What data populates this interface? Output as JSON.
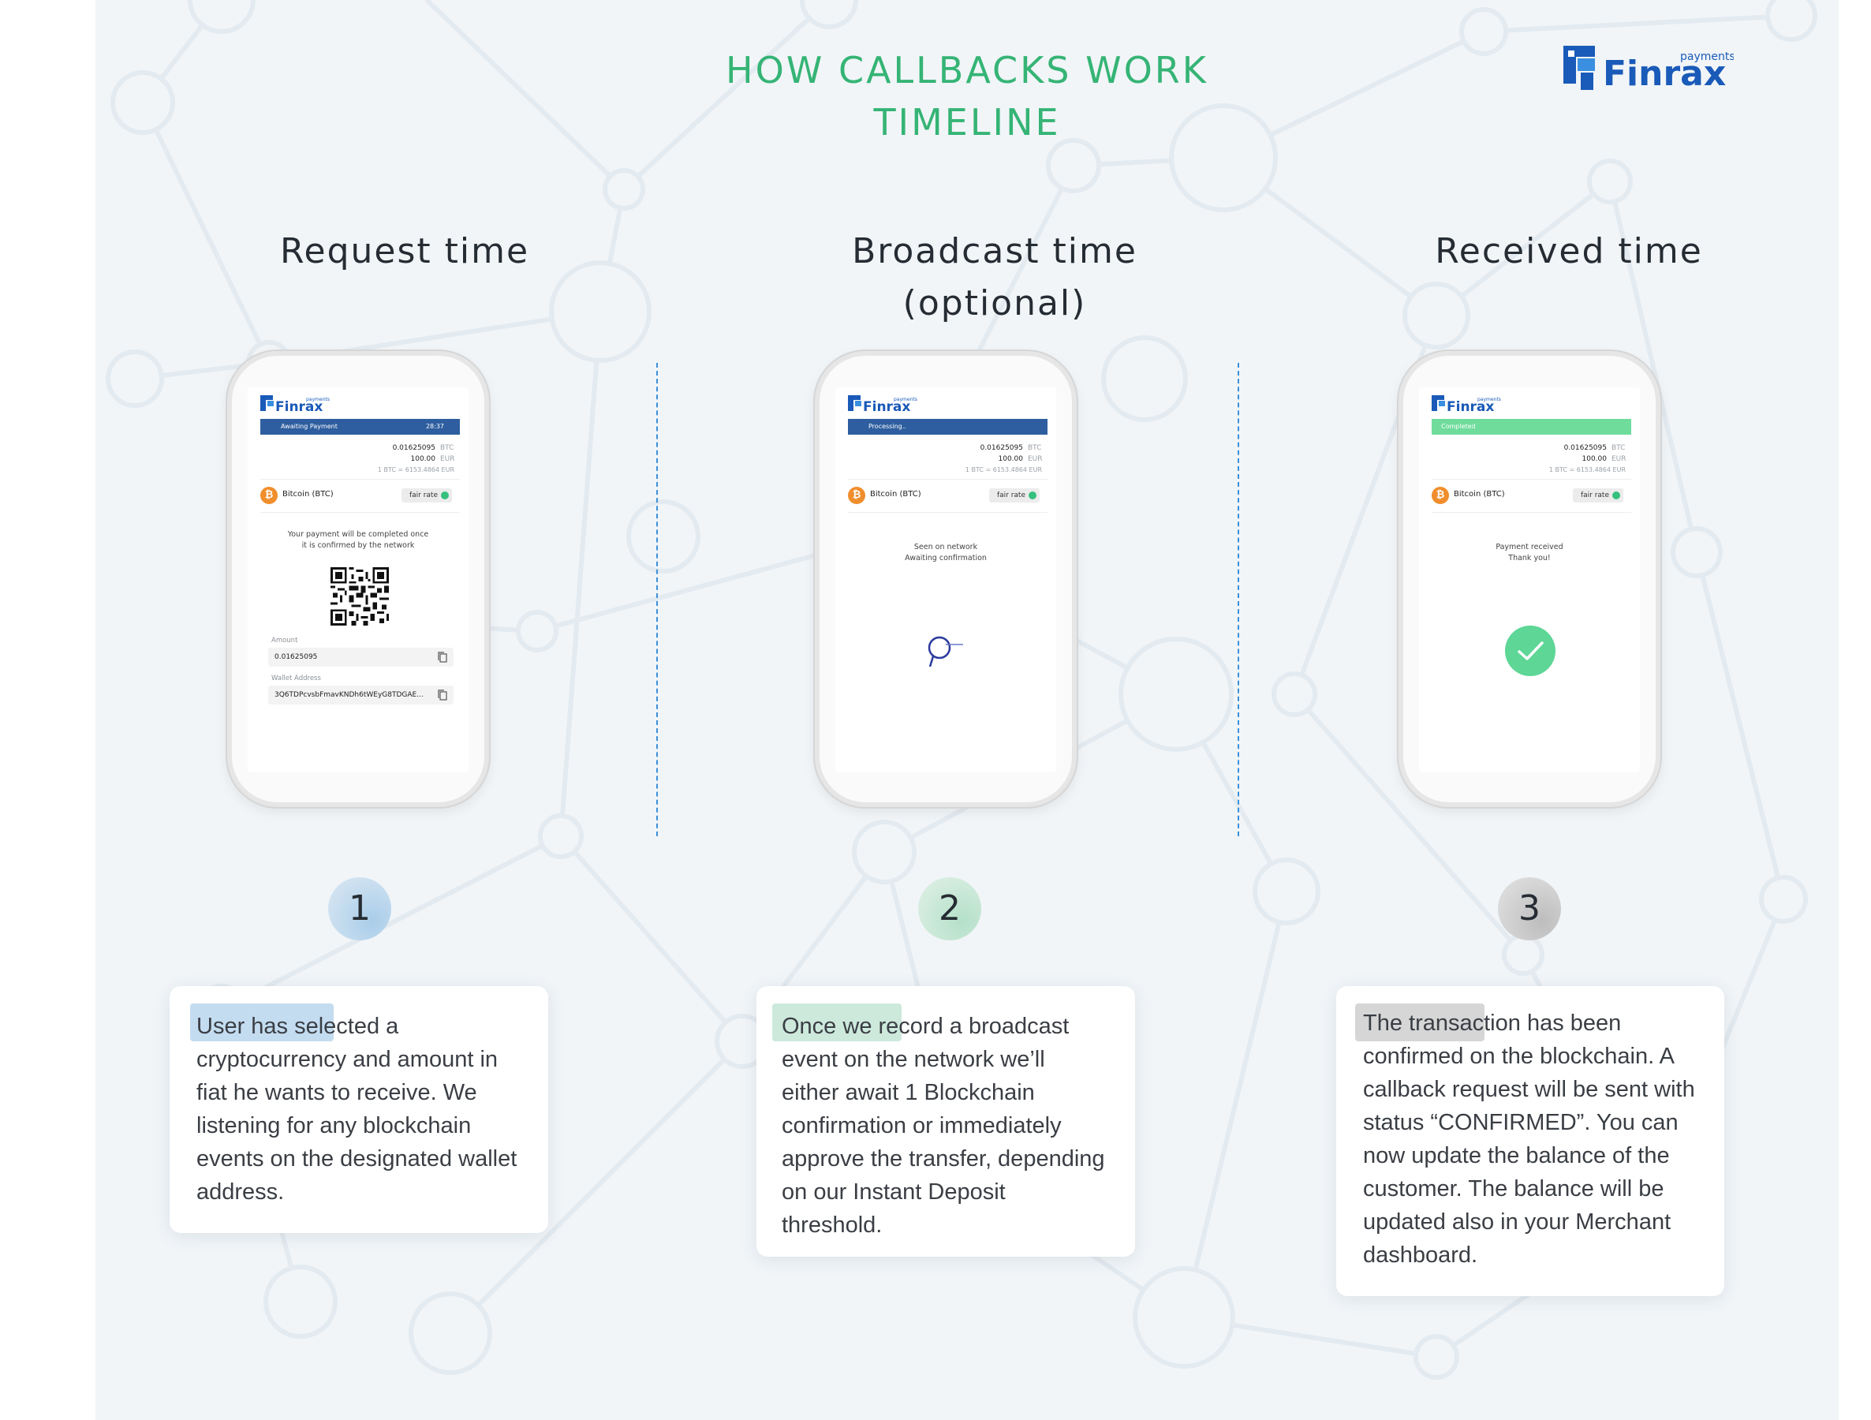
{
  "header": {
    "title_line1": "HOW CALLBACKS WORK",
    "title_line2": "TIMELINE",
    "logo_word": "Finrax",
    "logo_sub": "payments"
  },
  "columns": [
    {
      "heading": "Request time",
      "step_number": "1",
      "step_color": "#c4dcf0",
      "phone": {
        "logo_word": "Finrax",
        "logo_sub": "payments",
        "status": "Awaiting Payment",
        "status_color": "#2e5e9f",
        "timer": "28:37",
        "btc_amount": "0.01625095",
        "btc_unit": "BTC",
        "fiat_amount": "100.00",
        "fiat_unit": "EUR",
        "rate": "1 BTC = 6153.4864 EUR",
        "coin": "Bitcoin (BTC)",
        "fair_rate": "fair rate",
        "message_line1": "Your payment will be completed once",
        "message_line2": "it is confirmed by the network",
        "amount_label": "Amount",
        "amount_value": "0.01625095",
        "wallet_label": "Wallet Address",
        "wallet_value": "3Q6TDPcvsbFmavKNDh6tWEyG8TDGAE..."
      },
      "description": [
        "User has selected a",
        "cryptocurrency and amount in",
        "fiat he wants to receive. We",
        "listening for any blockchain",
        "events on the designated wallet",
        "address."
      ],
      "highlight_color": "#c4dcf0"
    },
    {
      "heading_line1": "Broadcast time",
      "heading_line2": "(optional)",
      "step_number": "2",
      "step_color": "#cde9dc",
      "phone": {
        "logo_word": "Finrax",
        "logo_sub": "payments",
        "status": "Processing..",
        "status_color": "#2e5e9f",
        "btc_amount": "0.01625095",
        "btc_unit": "BTC",
        "fiat_amount": "100.00",
        "fiat_unit": "EUR",
        "rate": "1 BTC = 6153.4864 EUR",
        "coin": "Bitcoin (BTC)",
        "fair_rate": "fair rate",
        "message_line1": "Seen on network",
        "message_line2": "Awaiting confirmation"
      },
      "description": [
        "Once we record a broadcast",
        "event on the network we’ll",
        "either await 1 Blockchain",
        "confirmation or immediately",
        "approve the transfer, depending",
        "on our Instant Deposit",
        "threshold."
      ],
      "highlight_color": "#cde9dc"
    },
    {
      "heading": "Received time",
      "step_number": "3",
      "step_color": "#d6d6d6",
      "phone": {
        "logo_word": "Finrax",
        "logo_sub": "payments",
        "status": "Completed",
        "status_color": "#6fdc9c",
        "btc_amount": "0.01625095",
        "btc_unit": "BTC",
        "fiat_amount": "100.00",
        "fiat_unit": "EUR",
        "rate": "1 BTC = 6153.4864 EUR",
        "coin": "Bitcoin (BTC)",
        "fair_rate": "fair rate",
        "message_line1": "Payment received",
        "message_line2": "Thank you!"
      },
      "description": [
        "The transaction has been",
        "confirmed on the blockchain. A",
        "callback request will be sent with",
        "status “CONFIRMED”. You can",
        "now update the balance of the",
        "customer. The balance will be",
        "updated also in your Merchant",
        "dashboard."
      ],
      "highlight_color": "#d6d6d6"
    }
  ],
  "colors": {
    "title": "#35b475",
    "background": "#f1f5f8",
    "brand_blue": "#1a5ab8",
    "divider": "#3c8fd9"
  }
}
